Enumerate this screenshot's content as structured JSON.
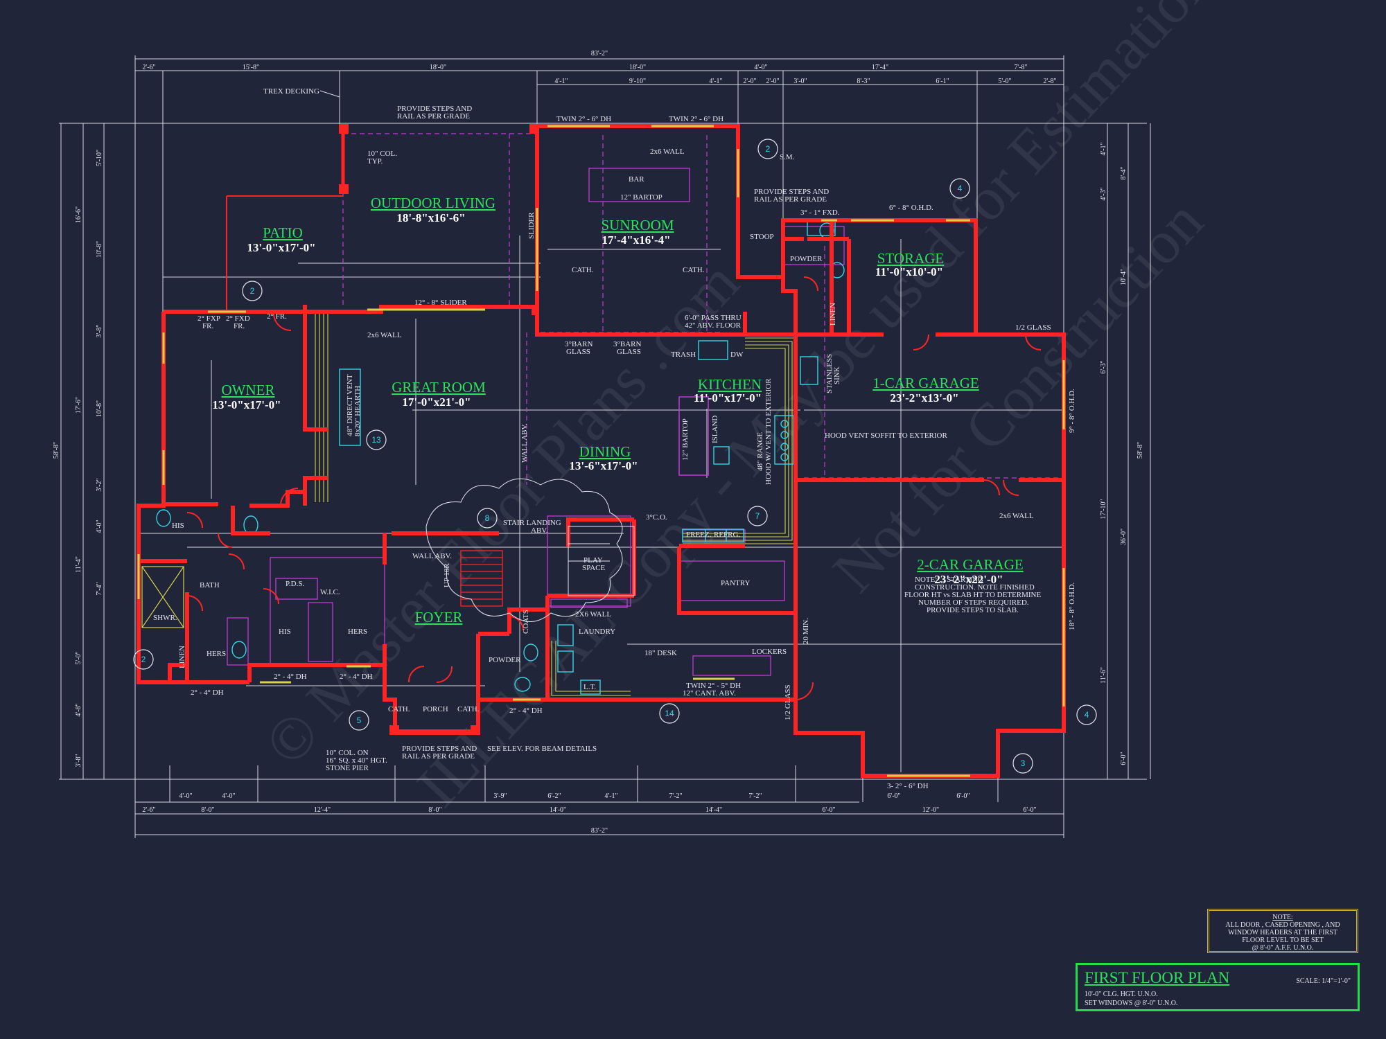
{
  "title_block": {
    "title": "FIRST FLOOR PLAN",
    "scale": "SCALE: 1/4\"=1'-0\"",
    "line1": "10'-0\" CLG. HGT. U.N.O.",
    "line2": "SET WINDOWS @ 8'-0\" U.N.O."
  },
  "note": {
    "heading": "NOTE:",
    "lines": [
      "ALL DOOR , CASED OPENING , AND",
      "WINDOW HEADERS AT THE FIRST",
      "FLOOR LEVEL TO BE SET",
      "@ 8'-0\" A.F.F. U.N.O."
    ]
  },
  "rooms": {
    "outdoor_living": {
      "name": "OUTDOOR LIVING",
      "size": "18'-8\"x16'-6\""
    },
    "patio": {
      "name": "PATIO",
      "size": "13'-0\"x17'-0\""
    },
    "sunroom": {
      "name": "SUNROOM",
      "size": "17'-4\"x16'-4\""
    },
    "storage": {
      "name": "STORAGE",
      "size": "11'-0\"x10'-0\""
    },
    "owner": {
      "name": "OWNER",
      "size": "13'-0\"x17'-0\""
    },
    "great_room": {
      "name": "GREAT ROOM",
      "size": "17'-0\"x21'-0\""
    },
    "kitchen": {
      "name": "KITCHEN",
      "size": "11'-0\"x17'-0\""
    },
    "garage1": {
      "name": "1-CAR GARAGE",
      "size": "23'-2\"x13'-0\""
    },
    "dining": {
      "name": "DINING",
      "size": "13'-6\"x17'-0\""
    },
    "garage2": {
      "name": "2-CAR GARAGE",
      "size": "23'-2\"x22'-0\""
    },
    "foyer": {
      "name": "FOYER"
    }
  },
  "labels": {
    "trex": "TREX DECKING",
    "steps_top": [
      "PROVIDE STEPS AND",
      "RAIL AS PER GRADE"
    ],
    "twin1": "TWIN 2° - 6° DH",
    "twin2": "TWIN 2° - 6° DH",
    "wall_2x6": "2x6 WALL",
    "bar": "BAR",
    "bartop": "12\" BARTOP",
    "col_typ": [
      "10\" COL.",
      "TYP."
    ],
    "slider_top": "12° - 8° SLIDER",
    "slider_v": "SLIDER",
    "steps_right": [
      "PROVIDE STEPS AND",
      "RAIL AS PER GRADE"
    ],
    "sm": "S.M.",
    "stoop": "STOOP",
    "powder1": "POWDER",
    "linen1": "LINEN",
    "fxd": "3° - 1° FXD.",
    "ohd1": "6° - 8° O.H.D.",
    "cath1": "CATH.",
    "cath2": "CATH.",
    "barn1": [
      "3°BARN",
      "GLASS"
    ],
    "barn2": [
      "3°BARN",
      "GLASS"
    ],
    "pass_thru": [
      "6'-0\" PASS THRU",
      "42\" ABV. FLOOR"
    ],
    "trash": "TRASH",
    "dw": "DW",
    "stainless": [
      "STAINLESS",
      "SINK"
    ],
    "half_glass": "1/2 GLASS",
    "ohd2": "9° - 8° O.H.D.",
    "hood_soffit": "HOOD VENT SOFFIT TO EXTERIOR",
    "range": [
      "48\" RANGE",
      "HOOD W/ VENT TO EXTERIOR"
    ],
    "island": "ISLAND",
    "bartop2": "12\" BARTOP",
    "fireplace": [
      "48\" DIRECT VENT",
      "8x20\" HEARTH"
    ],
    "fxp": [
      "2° FXP",
      "FR."
    ],
    "fxd2": [
      "2° FXD",
      "FR."
    ],
    "fr": "2° FR.",
    "wall_abv": "WALL ABV.",
    "stair": [
      "STAIR LANDING",
      "ABV."
    ],
    "up": "UP 18R",
    "play": [
      "PLAY",
      "SPACE"
    ],
    "freez": "FREEZ.",
    "refrg": "REFRG.",
    "pantry": "PANTRY",
    "co1": "3°C.O.",
    "his1": "HIS",
    "bath": "BATH",
    "pds": "P.D.S.",
    "wic": "W.I.C.",
    "his2": "HIS",
    "hers1": "HERS",
    "hers2": "HERS",
    "shwr": "SHWR.",
    "linen2": "LINEN",
    "wall_2x6b": "2X6 WALL",
    "laundry": "LAUNDRY",
    "coats": "COATS",
    "powder2": "POWDER",
    "lt": "L.T.",
    "desk": "18\" DESK",
    "lockers": "LOCKERS",
    "twin3": "TWIN 2° - 5° DH",
    "cant": "12\" CANT. ABV.",
    "min20": "20 MIN.",
    "half_glass2": "1/2 GLASS",
    "garage_note": [
      "NOTE: ... STARTING",
      "CONSTRUCTION. NOTE FINISHED",
      "FLOOR HT vs SLAB HT TO DETERMINE",
      "NUMBER OF STEPS REQUIRED.",
      "PROVIDE STEPS TO SLAB."
    ],
    "wall_2x6c": "2x6 WALL",
    "ohd3": "18° - 8° O.H.D.",
    "porch": "PORCH",
    "cath3": "CATH.",
    "cath4": "CATH.",
    "col_pier": [
      "10\" COL. ON",
      "16\" SQ. x 40\" HGT.",
      "STONE PIER"
    ],
    "steps_bottom": [
      "PROVIDE STEPS AND",
      "RAIL AS PER GRADE"
    ],
    "see_elev": "SEE ELEV. FOR BEAM DETAILS",
    "dh_bottom1": "2° - 4° DH",
    "dh_bottom2": "2° - 4° DH",
    "dh_bottom3": "2° - 4° DH",
    "dh_bottom4": "2° - 4° DH",
    "dh_garage": "3- 2° - 6° DH",
    "wall_abv_v": "WALL ABV."
  },
  "dims": {
    "top_overall": "83'-2\"",
    "bottom_overall": "83'-2\"",
    "top_row1": [
      "2'-6\"",
      "15'-8\"",
      "18'-0\"",
      "18'-0\"",
      "4'-0\"",
      "17'-4\"",
      "7'-8\""
    ],
    "top_row2": [
      "4'-1\"",
      "9'-10\"",
      "4'-1\"",
      "2'-0\"",
      "2'-0\"",
      "3'-0\"",
      "8'-3\"",
      "6'-1\"",
      "5'-0\"",
      "2'-8\""
    ],
    "bottom_row1": [
      "2'-6\"",
      "8'-0\"",
      "12'-4\"",
      "8'-0\"",
      "14'-0\"",
      "14'-4\"",
      "6'-0\"",
      "12'-0\"",
      "6'-0\""
    ],
    "bottom_row2": [
      "4'-0\"",
      "4'-0\"",
      "3'-9\"",
      "6'-2\"",
      "4'-1\"",
      "7'-2\"",
      "7'-2\"",
      "6'-0\"",
      "6'-0\""
    ],
    "left_overall": "58'-8\"",
    "right_overall": "58'-8\"",
    "left_col": [
      "16'-6\"",
      "10'-8\"",
      "17'-6\"",
      "10'-8\"",
      "11'-4\"",
      "5'-0\"",
      "4'-8\"",
      "3'-8\""
    ],
    "left_col2": [
      "5'-10\"",
      "3'-8\"",
      "3'-2\"",
      "4'-0\"",
      "7'-4\""
    ],
    "right_col": [
      "8'-4\"",
      "10'-4\"",
      "36'-0\"",
      "6'-0\""
    ],
    "right_col2": [
      "4'-1\"",
      "4'-3\"",
      "6'-3\"",
      "17'-10\"",
      "11'-6\""
    ]
  },
  "watermark": [
    "© Master Floor Plans .com",
    "ILLEGAL Copy - May be used for Estimation",
    "Not for Construction"
  ],
  "section_tags": [
    "2",
    "2",
    "4",
    "13",
    "8",
    "7",
    "2",
    "5",
    "14",
    "4",
    "3"
  ],
  "colors": {
    "background": "#20253a",
    "wall": "#ff2424",
    "room_label": "#2fe05a",
    "cyan": "#33d6e6",
    "magenta": "#c23bd4",
    "yellow": "#d8d24a",
    "line": "#d8d8e0"
  }
}
